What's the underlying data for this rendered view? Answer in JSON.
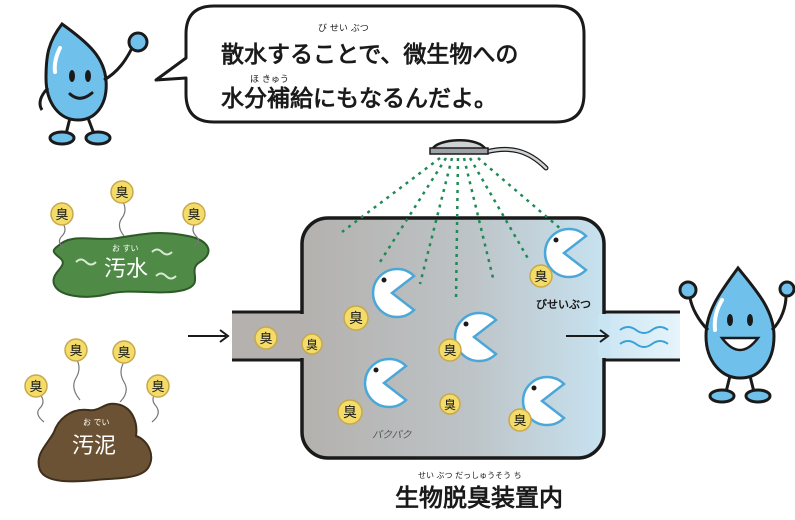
{
  "speech_bubble": {
    "line1": "散水することで、微生物への",
    "line2": "水分補給にもなるんだよ。",
    "ruby_biseibutsu": "び せい ぶつ",
    "ruby_hokyuu": "ほ きゅう"
  },
  "labels": {
    "odor_char": "臭",
    "wastewater": "汚水",
    "wastewater_ruby": "お すい",
    "sludge": "汚泥",
    "sludge_ruby": "お でい",
    "microbes": "びせいぶつ",
    "munch": "パクパク",
    "title": "生物脱臭装置内",
    "title_ruby": "せい ぶつ だっしゅうそう ち"
  },
  "colors": {
    "water_blue": "#6fc0ea",
    "outline": "#1a1a1a",
    "chamber_gray": "#b8b6b4",
    "chamber_blue": "#cfe6f2",
    "pond_green": "#4f8a46",
    "sludge_brown": "#6b5234",
    "odor_yellow": "#f3dc6a",
    "spray_green": "#1f8a55",
    "microbe_fill": "#ffffff",
    "microbe_outline": "#4aa7d8"
  }
}
